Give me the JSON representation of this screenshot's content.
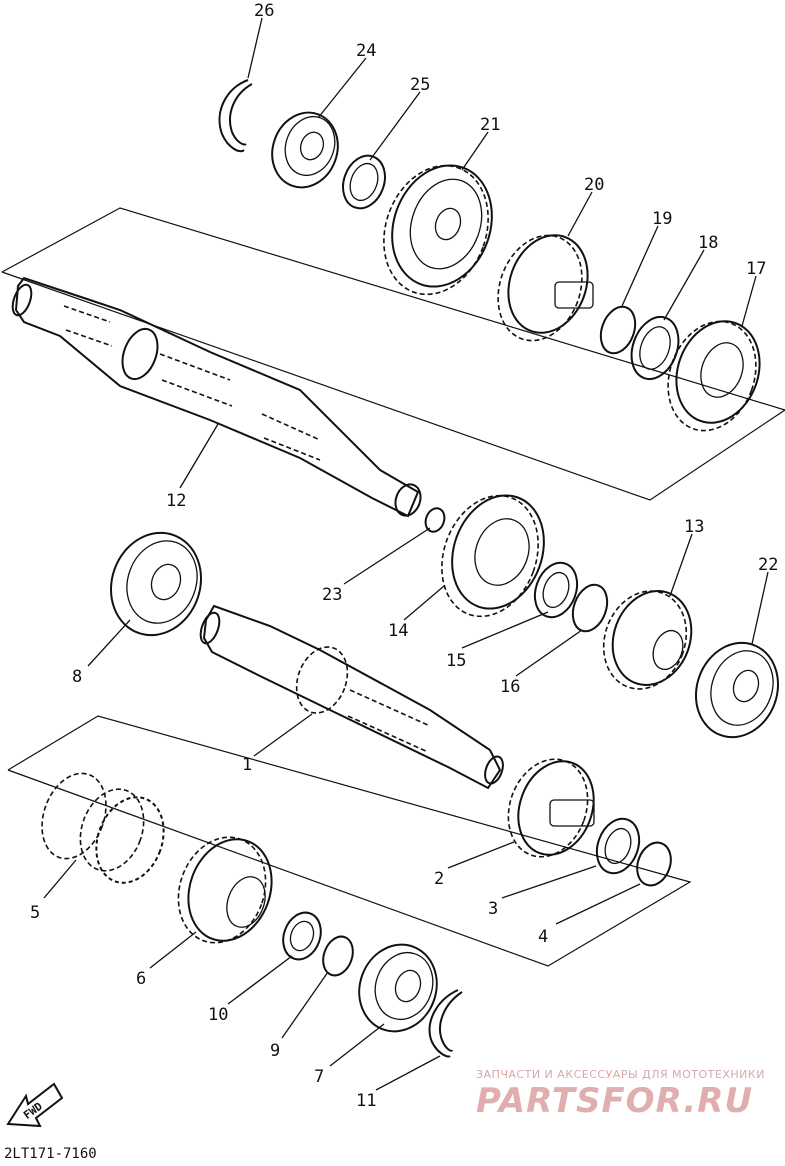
{
  "diagram": {
    "footer_code": "2LT171-7160",
    "fwd_label": "FWD",
    "watermark": {
      "tagline": "ЗАПЧАСТИ И АКСЕССУАРЫ ДЛЯ МОТОТЕХНИКИ",
      "logo": "PARTSFOR.RU"
    },
    "callouts": [
      {
        "id": "26",
        "label": "26"
      },
      {
        "id": "24",
        "label": "24"
      },
      {
        "id": "25",
        "label": "25"
      },
      {
        "id": "21",
        "label": "21"
      },
      {
        "id": "20",
        "label": "20"
      },
      {
        "id": "19",
        "label": "19"
      },
      {
        "id": "18",
        "label": "18"
      },
      {
        "id": "17",
        "label": "17"
      },
      {
        "id": "12",
        "label": "12"
      },
      {
        "id": "23",
        "label": "23"
      },
      {
        "id": "14",
        "label": "14"
      },
      {
        "id": "13",
        "label": "13"
      },
      {
        "id": "22",
        "label": "22"
      },
      {
        "id": "15",
        "label": "15"
      },
      {
        "id": "16",
        "label": "16"
      },
      {
        "id": "8",
        "label": "8"
      },
      {
        "id": "1",
        "label": "1"
      },
      {
        "id": "5",
        "label": "5"
      },
      {
        "id": "2",
        "label": "2"
      },
      {
        "id": "3",
        "label": "3"
      },
      {
        "id": "4",
        "label": "4"
      },
      {
        "id": "6",
        "label": "6"
      },
      {
        "id": "10",
        "label": "10"
      },
      {
        "id": "9",
        "label": "9"
      },
      {
        "id": "7",
        "label": "7"
      },
      {
        "id": "11",
        "label": "11"
      }
    ]
  }
}
